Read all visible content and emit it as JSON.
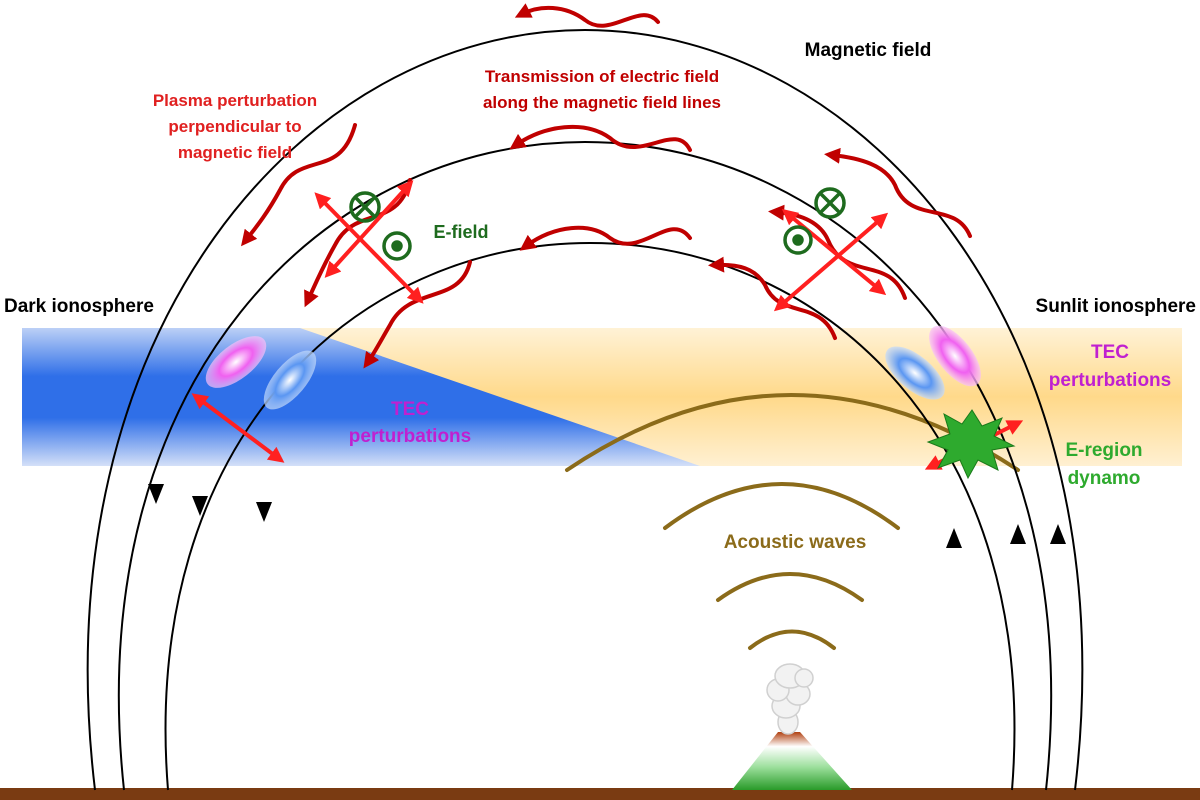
{
  "labels": {
    "magnetic_field": "Magnetic field",
    "transmission_line1": "Transmission of electric field",
    "transmission_line2": "along the magnetic field lines",
    "plasma_line1": "Plasma perturbation",
    "plasma_line2": "perpendicular to",
    "plasma_line3": "magnetic field",
    "e_field": "E-field",
    "dark_ionosphere": "Dark ionosphere",
    "sunlit_ionosphere": "Sunlit ionosphere",
    "tec_left_line1": "TEC",
    "tec_left_line2": "perturbations",
    "tec_right_line1": "TEC",
    "tec_right_line2": "perturbations",
    "e_region_line1": "E-region",
    "e_region_line2": "dynamo",
    "acoustic_waves": "Acoustic waves"
  },
  "colors": {
    "field_line": "#000000",
    "plasma_arrow": "#c00000",
    "efield_arrow": "#ff2020",
    "efield_symbol": "#1e6b1e",
    "dark_band": "#2f6fe8",
    "sunlit_band": "#ffd98a",
    "tec_pink": "#e040e0",
    "tec_blue": "#4a8cf0",
    "acoustic": "#8b6b1a",
    "ground": "#7a3b12",
    "dynamo_burst": "#2eaa2e",
    "text_red": "#e02020",
    "text_darkred": "#c00000",
    "text_green": "#1e6b1e",
    "text_magenta": "#c020d0",
    "text_brown": "#8b6b1a"
  },
  "icons": [
    "out-of-page-symbol",
    "into-page-symbol",
    "volcano-icon",
    "dynamo-burst-icon"
  ]
}
